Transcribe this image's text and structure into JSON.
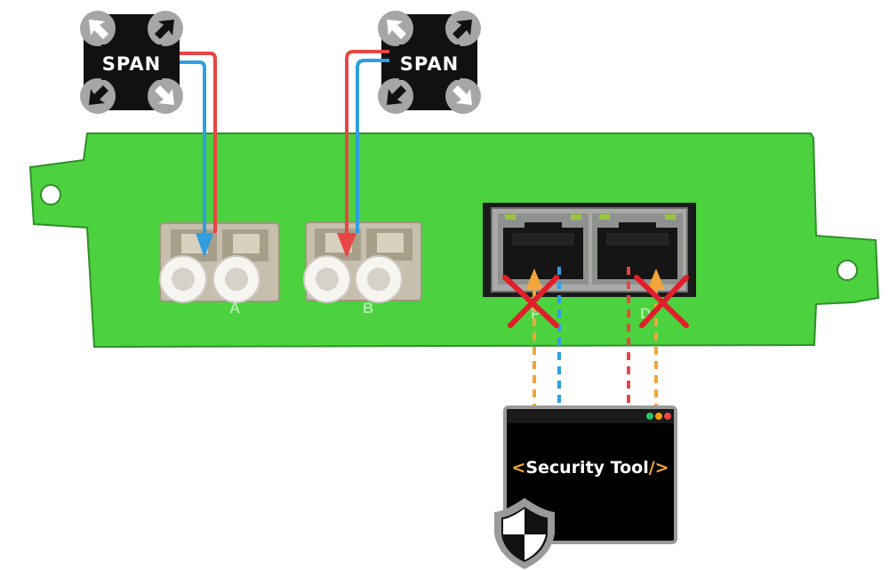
{
  "span_taps": [
    {
      "label": "SPAN"
    },
    {
      "label": "SPAN"
    }
  ],
  "fiber_ports": [
    {
      "label": "A"
    },
    {
      "label": "B"
    }
  ],
  "copper_ports": [
    {
      "label": "P"
    },
    {
      "label": "D"
    }
  ],
  "security_tool": {
    "open": "<",
    "label": "Security Tool",
    "close": "/>",
    "window_dots": [
      "#22c55e",
      "#f59e0b",
      "#ef4444"
    ]
  },
  "colors": {
    "board": "#4cd13f",
    "board_edge": "#2f8f29",
    "tx_line": "#e84545",
    "rx_line": "#2f9fe0",
    "monitor_line": "#f2a53a",
    "blocked_cross": "#e01f2a",
    "bracket_accent": "#f2a53a"
  },
  "icons": [
    "span-arrows-icon",
    "shield-icon",
    "blocked-x-icon"
  ]
}
